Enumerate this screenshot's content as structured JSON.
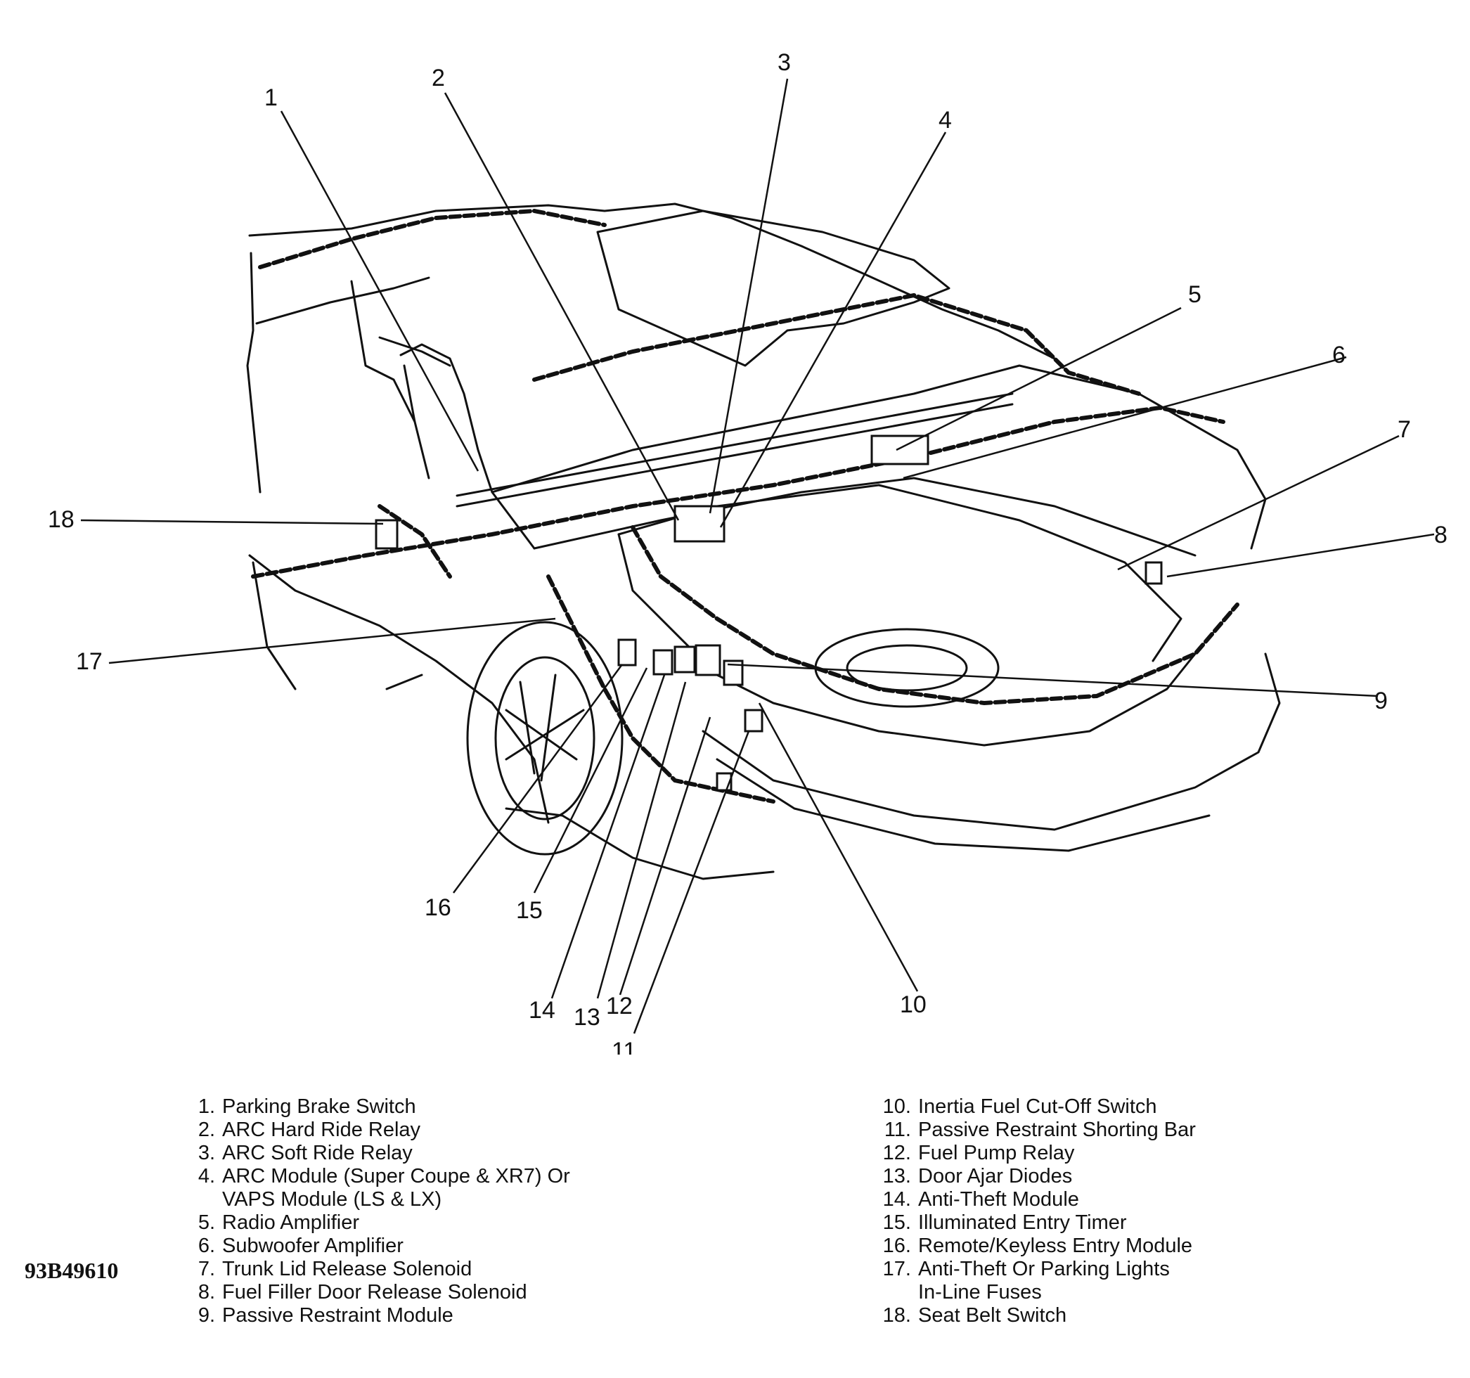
{
  "figure_id": "93B49610",
  "callouts": [
    "1",
    "2",
    "3",
    "4",
    "5",
    "6",
    "7",
    "8",
    "9",
    "10",
    "11",
    "12",
    "13",
    "14",
    "15",
    "16",
    "17",
    "18"
  ],
  "legend_left": [
    {
      "num": "1.",
      "text": "Parking Brake Switch"
    },
    {
      "num": "2.",
      "text": "ARC Hard Ride Relay"
    },
    {
      "num": "3.",
      "text": "ARC Soft Ride Relay"
    },
    {
      "num": "4.",
      "text": "ARC Module (Super Coupe & XR7) Or"
    },
    {
      "num": "",
      "text": "VAPS Module (LS & LX)"
    },
    {
      "num": "5.",
      "text": "Radio Amplifier"
    },
    {
      "num": "6.",
      "text": "Subwoofer Amplifier"
    },
    {
      "num": "7.",
      "text": "Trunk Lid Release Solenoid"
    },
    {
      "num": "8.",
      "text": "Fuel Filler Door Release Solenoid"
    },
    {
      "num": "9.",
      "text": "Passive Restraint Module"
    }
  ],
  "legend_right": [
    {
      "num": "10.",
      "text": "Inertia Fuel Cut-Off Switch"
    },
    {
      "num": "11.",
      "text": "Passive Restraint Shorting Bar"
    },
    {
      "num": "12.",
      "text": "Fuel Pump Relay"
    },
    {
      "num": "13.",
      "text": "Door Ajar Diodes"
    },
    {
      "num": "14.",
      "text": "Anti-Theft Module"
    },
    {
      "num": "15.",
      "text": "Illuminated Entry Timer"
    },
    {
      "num": "16.",
      "text": "Remote/Keyless Entry Module"
    },
    {
      "num": "17.",
      "text": "Anti-Theft Or Parking Lights"
    },
    {
      "num": "",
      "text": "In-Line Fuses"
    },
    {
      "num": "18.",
      "text": "Seat Belt Switch"
    }
  ]
}
